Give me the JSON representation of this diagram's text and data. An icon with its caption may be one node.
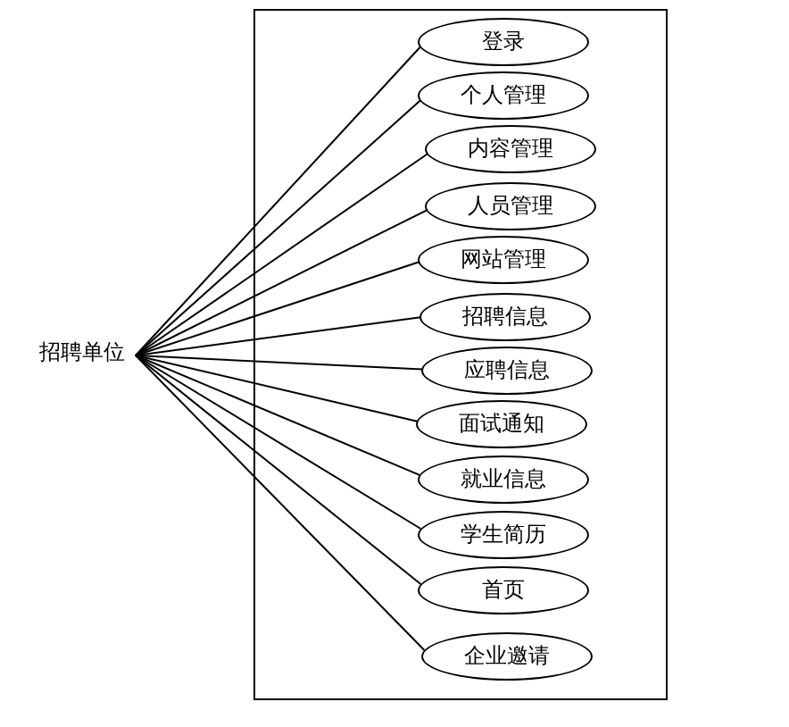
{
  "diagram": {
    "nodes": [
      {
        "text": [
          "招聘单位"
        ]
      },
      {
        "text": [],
        "shape": "box"
      },
      {
        "text": [
          "登录"
        ],
        "in": 1
      },
      {
        "text": [
          "个人管理"
        ],
        "in": 1
      },
      {
        "text": [
          "内容管理"
        ],
        "in": 1
      },
      {
        "text": [
          "人员管理"
        ],
        "in": 1
      },
      {
        "text": [
          "网站管理"
        ],
        "in": 1
      },
      {
        "text": [
          "招聘信息"
        ],
        "in": 1
      },
      {
        "text": [
          "应聘信息"
        ],
        "in": 1
      },
      {
        "text": [
          "面试通知"
        ],
        "in": 1
      },
      {
        "text": [
          "就业信息"
        ],
        "in": 1
      },
      {
        "text": [
          "学生简历"
        ],
        "in": 1
      },
      {
        "text": [
          "首页"
        ],
        "in": 1
      },
      {
        "text": [
          "企业邀请"
        ],
        "in": 1
      }
    ],
    "edges": [
      {
        "from": 0,
        "to": 2,
        "arrow": "none"
      },
      {
        "from": 0,
        "to": 3,
        "arrow": "none"
      },
      {
        "from": 0,
        "to": 4,
        "arrow": "none"
      },
      {
        "from": 0,
        "to": 5,
        "arrow": "none"
      },
      {
        "from": 0,
        "to": 6,
        "arrow": "none"
      },
      {
        "from": 0,
        "to": 7,
        "arrow": "none"
      },
      {
        "from": 0,
        "to": 8,
        "arrow": "none"
      },
      {
        "from": 0,
        "to": 9,
        "arrow": "none"
      },
      {
        "from": 0,
        "to": 10,
        "arrow": "none"
      },
      {
        "from": 0,
        "to": 11,
        "arrow": "none"
      },
      {
        "from": 0,
        "to": 12,
        "arrow": "none"
      },
      {
        "from": 0,
        "to": 13,
        "arrow": "none"
      }
    ]
  }
}
